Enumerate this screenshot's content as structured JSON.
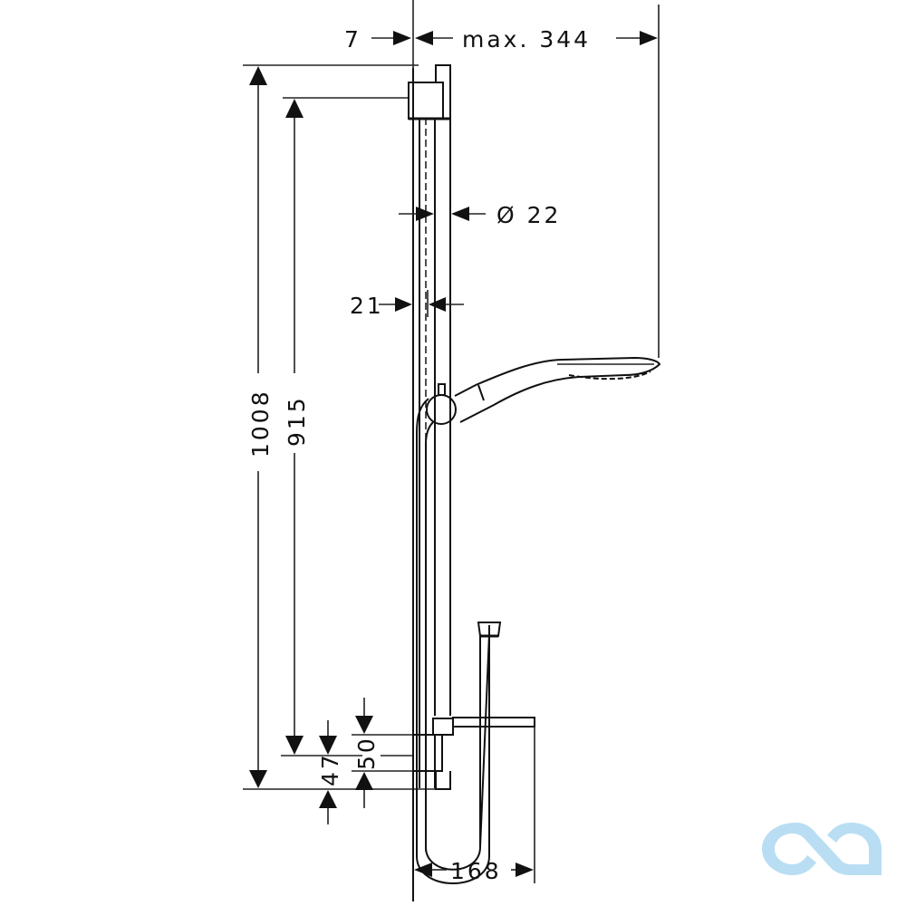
{
  "drawing": {
    "subject": "shower rail set with hand shower",
    "units": "mm",
    "dimensions": {
      "wall_offset": "7",
      "max_projection": "max. 344",
      "rail_diameter": "Ø 22",
      "rail_wall_gap": "21",
      "total_height": "1008",
      "bracket_spacing": "915",
      "lower_offset_a": "47",
      "lower_offset_b": "50",
      "shelf_width": "168"
    },
    "line_color": "#111111",
    "background": "#ffffff"
  },
  "watermark": {
    "shape": "infinity-cd-logo",
    "color": "#b9def3"
  }
}
